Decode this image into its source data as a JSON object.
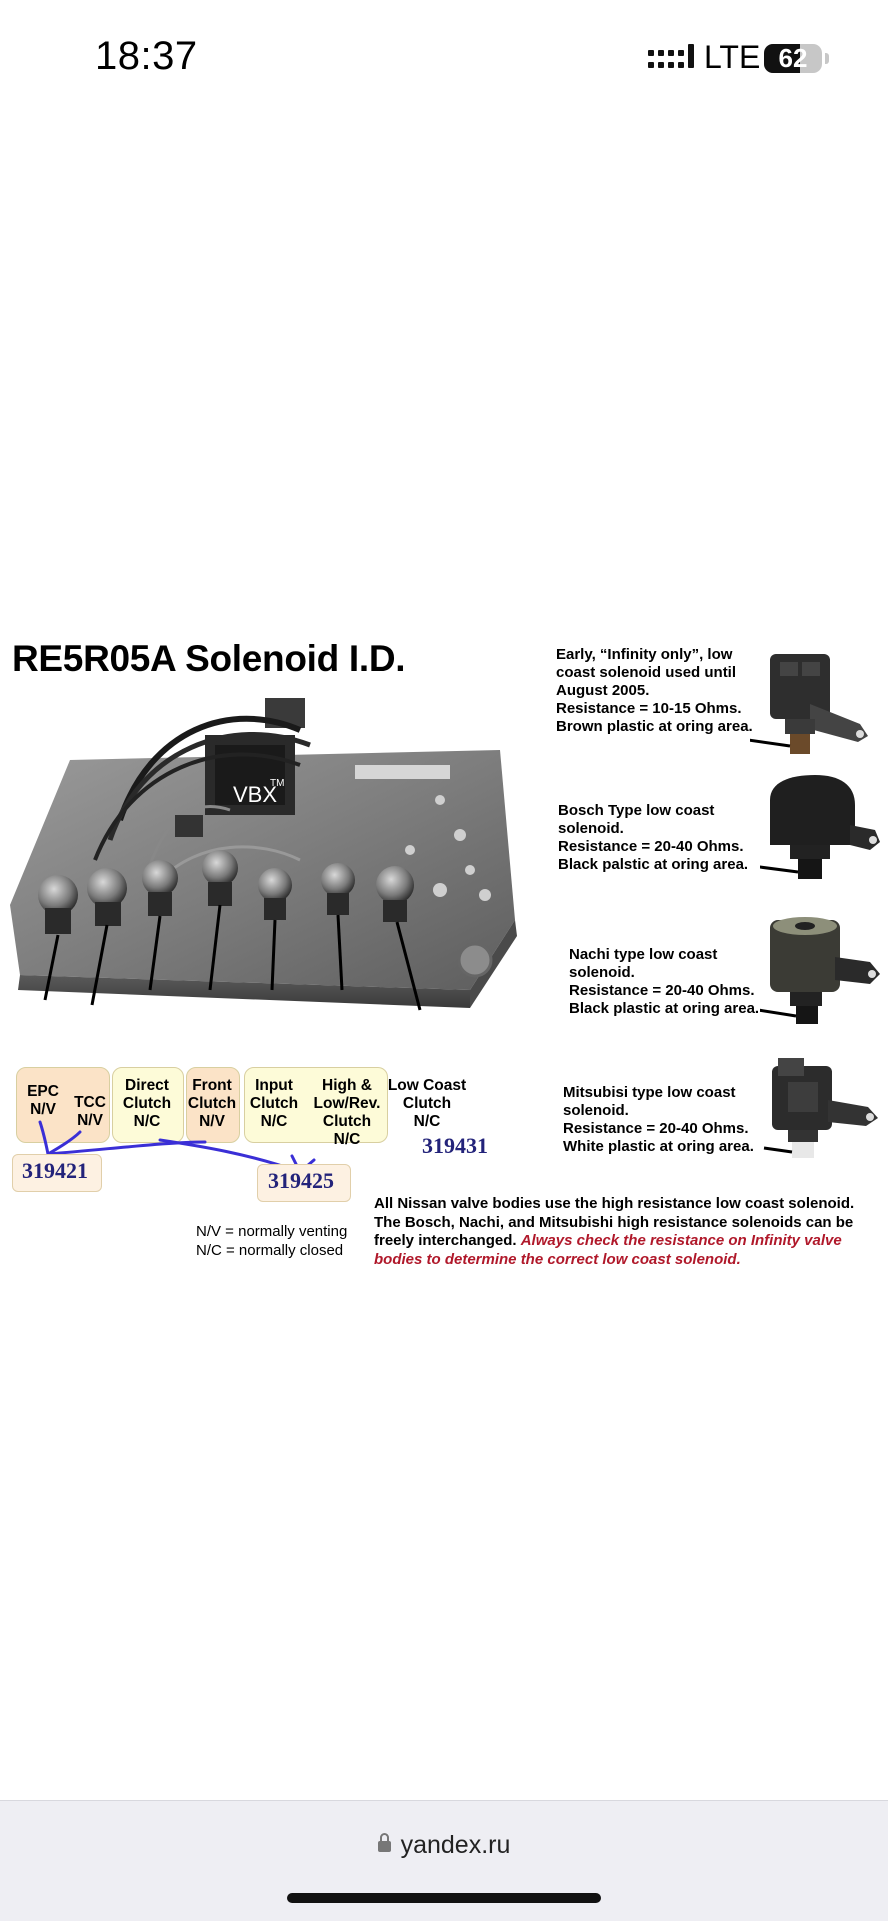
{
  "status_bar": {
    "time": "18:37",
    "network": "LTE",
    "battery_level": "62",
    "battery_fraction": 0.62,
    "signal_icon": "signal-bars-icon"
  },
  "figure": {
    "title": "RE5R05A Solenoid I.D.",
    "vbx": "VBX",
    "tm": "TM",
    "labels": {
      "epc": [
        "EPC",
        "N/V"
      ],
      "tcc": [
        "TCC",
        "N/V"
      ],
      "direct": [
        "Direct",
        "Clutch",
        "N/C"
      ],
      "front": [
        "Front",
        "Clutch",
        "N/V"
      ],
      "input": [
        "Input",
        "Clutch",
        "N/C"
      ],
      "high": [
        "High &",
        "Low/Rev.",
        "Clutch",
        "N/C"
      ],
      "low_coast": [
        "Low Coast",
        "Clutch",
        "N/C"
      ]
    },
    "part_numbers": [
      "319421",
      "319425",
      "319431"
    ],
    "solenoids": [
      {
        "lines": [
          "Early, “Infinity only”, low",
          "coast solenoid used until",
          "August 2005.",
          "Resistance = 10-15 Ohms.",
          "Brown plastic at oring area."
        ]
      },
      {
        "lines": [
          "Bosch Type low coast",
          "solenoid.",
          "Resistance = 20-40 Ohms.",
          "Black palstic at oring area."
        ]
      },
      {
        "lines": [
          "Nachi type low coast",
          "solenoid.",
          "Resistance = 20-40 Ohms.",
          "Black plastic at oring area."
        ]
      },
      {
        "lines": [
          "Mitsubisi type low coast",
          "solenoid.",
          "Resistance = 20-40 Ohms.",
          "White plastic at oring area."
        ]
      }
    ],
    "legend": [
      "N/V = normally venting",
      "N/C = normally closed"
    ],
    "note": {
      "plain": "All Nissan valve bodies use the high resistance low coast solenoid. The Bosch, Nachi, and Mitsubishi high resistance solenoids can be freely interchanged.",
      "red": "Always check the resistance on Infinity valve bodies to determine the correct low coast solenoid."
    }
  },
  "browser": {
    "url": "yandex.ru",
    "lock_icon": "lock-icon"
  },
  "colors": {
    "annotation_blue": "#3a2fd6",
    "part_blue": "#23237a",
    "note_red": "#b0182a",
    "peach_box": "#fbe3c7",
    "cream_box": "#fdfbd8"
  }
}
